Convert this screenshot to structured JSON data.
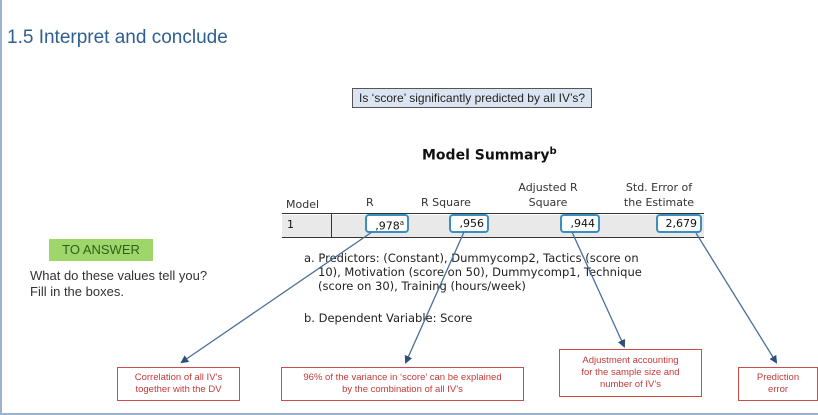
{
  "slide": {
    "title": "1.5 Interpret and conclude"
  },
  "question": "Is ‘score’ significantly predicted by all IV’s?",
  "model_summary": {
    "title": "Model Summary",
    "title_sup": "b",
    "headers": {
      "model": "Model",
      "r": "R",
      "r_square": "R Square",
      "adjusted_r_line1": "Adjusted R",
      "adjusted_r_line2": "Square",
      "std_error_line1": "Std. Error of",
      "std_error_line2": "the Estimate"
    },
    "row": {
      "model": "1",
      "r": ",978",
      "r_sup": "a",
      "r_square": ",956",
      "adjusted_r_square": ",944",
      "std_error": "2,679"
    },
    "footnote_a_line1": "a. Predictors: (Constant), Dummycomp2, Tactics (score on",
    "footnote_a_line2": "10), Motivation (score on 50), Dummycomp1, Technique",
    "footnote_a_line3": "(score on 30), Training (hours/week)",
    "footnote_b": "b. Dependent Variable: Score"
  },
  "to_answer": {
    "label": "TO ANSWER",
    "prompt_line1": "What do these values tell you?",
    "prompt_line2": "Fill in the boxes."
  },
  "answers": {
    "correlation_line1": "Correlation of all IV’s",
    "correlation_line2": "together with the DV",
    "variance_line1": "96% of the variance in ‘score’ can be explained",
    "variance_line2": "by the combination of all IV’s",
    "adjustment_line1": "Adjustment accounting",
    "adjustment_line2": "for the sample size and",
    "adjustment_line3": "number of IV’s",
    "prediction_line1": "Prediction",
    "prediction_line2": "error"
  },
  "colors": {
    "title": "#2e5f92",
    "highlight_box": "#3a8ec4",
    "answer_border": "#d24b4b",
    "to_answer_bg": "#9fd66a"
  }
}
